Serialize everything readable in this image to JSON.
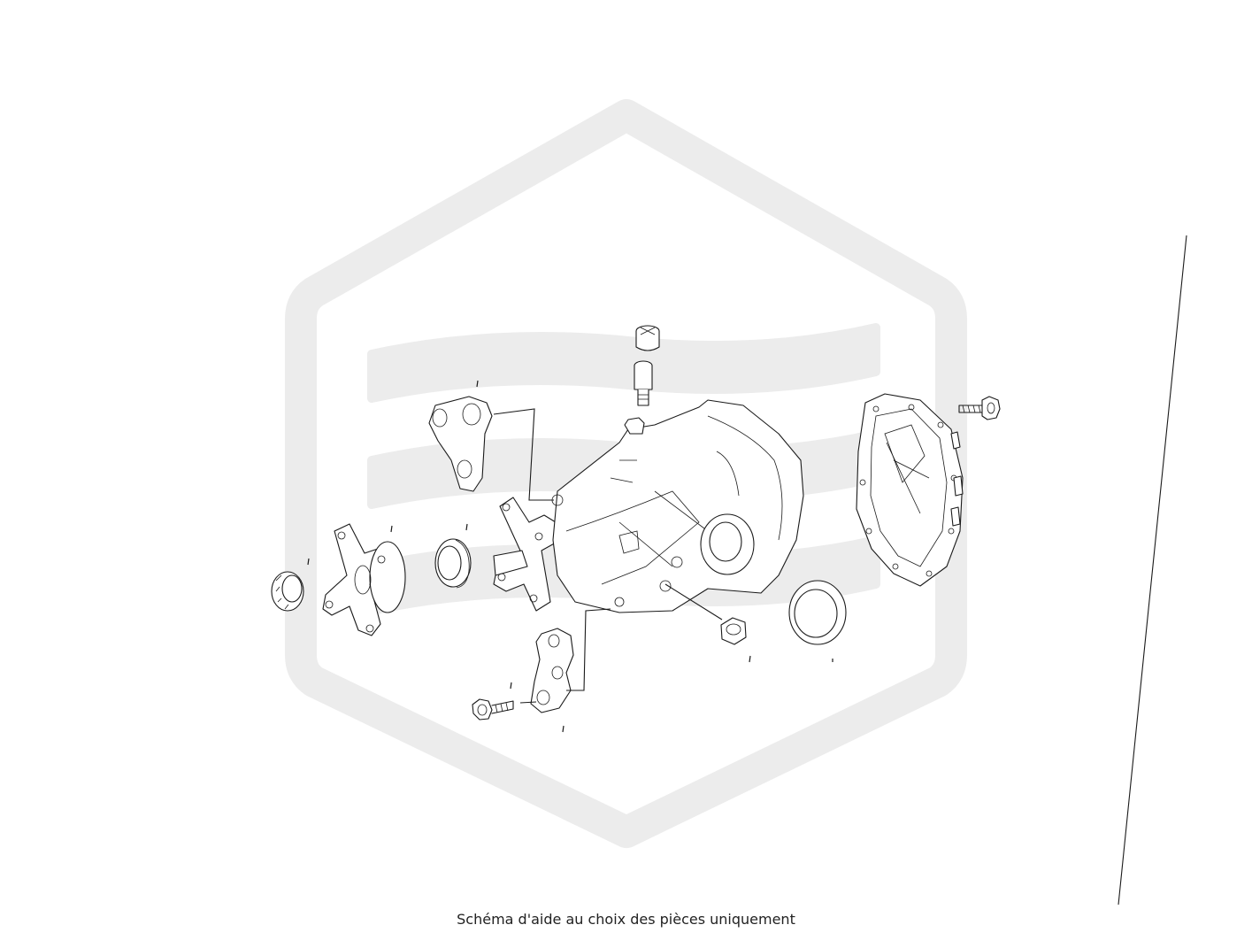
{
  "diagram": {
    "caption": "Schéma d'aide au choix des pièces uniquement",
    "watermark": "hexagon-wave-logo",
    "colors": {
      "line": "#1a1a1a",
      "watermark": "#ececec",
      "background": "#ffffff",
      "caption": "#222222"
    },
    "parts": [
      "differential-housing",
      "upper-mount-bracket",
      "lower-mount-bracket",
      "input-flange",
      "companion-flange",
      "oil-seal",
      "pinion-nut",
      "breather-cap",
      "breather-plug",
      "drain-plug",
      "side-seal-ring",
      "rear-cover",
      "cover-bolt",
      "bracket-bolt"
    ]
  }
}
